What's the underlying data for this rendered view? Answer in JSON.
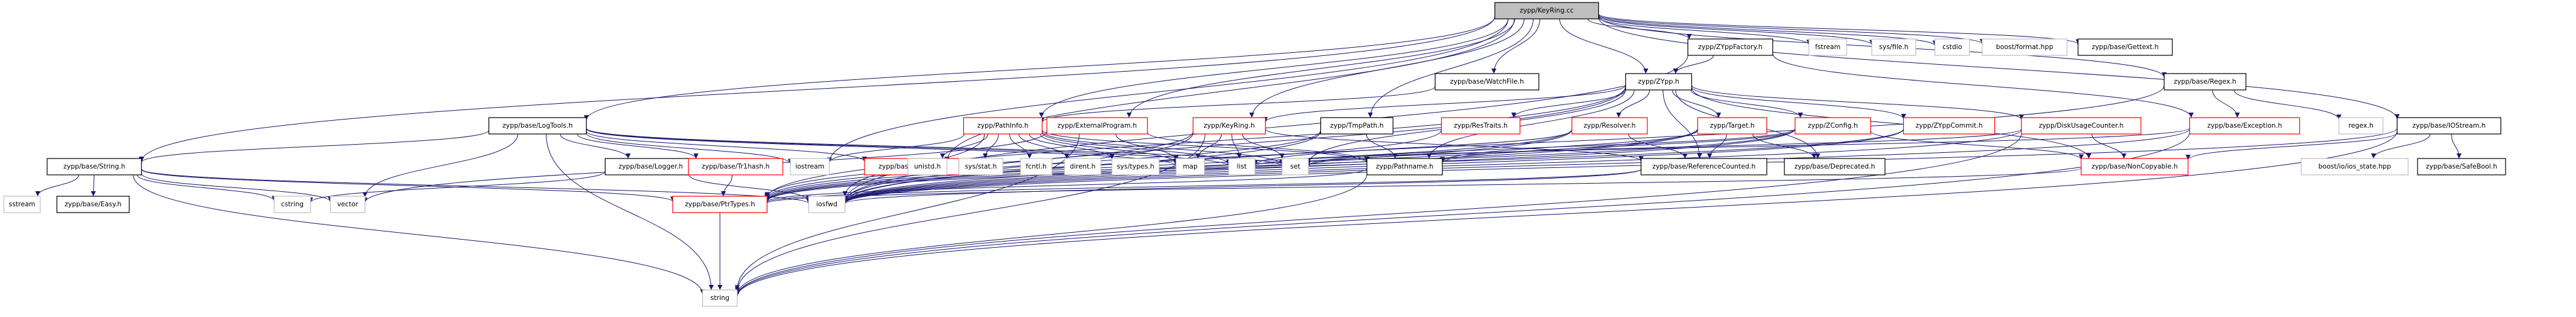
{
  "colors": {
    "edge": "#191970",
    "root_fill": "#bfbfbf",
    "root_stroke": "#000000",
    "linked_stroke": "#000000",
    "truncated_stroke": "#ff0000",
    "external_stroke": "#bfbfbf",
    "text": "#000000"
  },
  "nodes": [
    {
      "id": "root",
      "label": "zypp/KeyRing.cc",
      "style": "root"
    },
    {
      "id": "zyppfactory",
      "label": "zypp/ZYppFactory.h",
      "style": "linked"
    },
    {
      "id": "fstream",
      "label": "fstream",
      "style": "external"
    },
    {
      "id": "sysfile",
      "label": "sys/file.h",
      "style": "external"
    },
    {
      "id": "cstdio",
      "label": "cstdio",
      "style": "external"
    },
    {
      "id": "boostformat",
      "label": "boost/format.hpp",
      "style": "external"
    },
    {
      "id": "gettext",
      "label": "zypp/base/Gettext.h",
      "style": "linked"
    },
    {
      "id": "watchfile",
      "label": "zypp/base/WatchFile.h",
      "style": "linked"
    },
    {
      "id": "zypp",
      "label": "zypp/ZYpp.h",
      "style": "linked"
    },
    {
      "id": "regexh",
      "label": "zypp/base/Regex.h",
      "style": "linked"
    },
    {
      "id": "logtools",
      "label": "zypp/base/LogTools.h",
      "style": "linked"
    },
    {
      "id": "iostreamh",
      "label": "zypp/base/IOStream.h",
      "style": "linked"
    },
    {
      "id": "pathinfo",
      "label": "zypp/PathInfo.h",
      "style": "truncated"
    },
    {
      "id": "extprog",
      "label": "zypp/ExternalProgram.h",
      "style": "truncated"
    },
    {
      "id": "keyringh",
      "label": "zypp/KeyRing.h",
      "style": "truncated"
    },
    {
      "id": "tmppath",
      "label": "zypp/TmpPath.h",
      "style": "linked"
    },
    {
      "id": "restraits",
      "label": "zypp/ResTraits.h",
      "style": "truncated"
    },
    {
      "id": "resolver",
      "label": "zypp/Resolver.h",
      "style": "truncated"
    },
    {
      "id": "target",
      "label": "zypp/Target.h",
      "style": "truncated"
    },
    {
      "id": "zconfig",
      "label": "zypp/ZConfig.h",
      "style": "truncated"
    },
    {
      "id": "zyppcommit",
      "label": "zypp/ZYppCommit.h",
      "style": "truncated"
    },
    {
      "id": "diskusage",
      "label": "zypp/DiskUsageCounter.h",
      "style": "truncated"
    },
    {
      "id": "exception",
      "label": "zypp/base/Exception.h",
      "style": "truncated"
    },
    {
      "id": "regex_h",
      "label": "regex.h",
      "style": "external"
    },
    {
      "id": "string",
      "label": "zypp/base/String.h",
      "style": "linked"
    },
    {
      "id": "iostream",
      "label": "iostream",
      "style": "external"
    },
    {
      "id": "iterator",
      "label": "zypp/base/Iterator.h",
      "style": "truncated"
    },
    {
      "id": "logger",
      "label": "zypp/base/Logger.h",
      "style": "linked"
    },
    {
      "id": "trihash",
      "label": "zypp/base/Tr1hash.h",
      "style": "truncated"
    },
    {
      "id": "unistd",
      "label": "unistd.h",
      "style": "external"
    },
    {
      "id": "sysstat",
      "label": "sys/stat.h",
      "style": "external"
    },
    {
      "id": "fcntl",
      "label": "fcntl.h",
      "style": "external"
    },
    {
      "id": "dirent",
      "label": "dirent.h",
      "style": "external"
    },
    {
      "id": "systypes",
      "label": "sys/types.h",
      "style": "external"
    },
    {
      "id": "map",
      "label": "map",
      "style": "external"
    },
    {
      "id": "list",
      "label": "list",
      "style": "external"
    },
    {
      "id": "set",
      "label": "set",
      "style": "external"
    },
    {
      "id": "pathname",
      "label": "zypp/Pathname.h",
      "style": "linked"
    },
    {
      "id": "refcounted",
      "label": "zypp/base/ReferenceCounted.h",
      "style": "linked"
    },
    {
      "id": "deprecated",
      "label": "zypp/base/Deprecated.h",
      "style": "linked"
    },
    {
      "id": "noncopyable",
      "label": "zypp/base/NonCopyable.h",
      "style": "truncated"
    },
    {
      "id": "iosstate",
      "label": "boost/io/ios_state.hpp",
      "style": "external"
    },
    {
      "id": "safebool",
      "label": "zypp/base/SafeBool.h",
      "style": "linked"
    },
    {
      "id": "sstream",
      "label": "sstream",
      "style": "external"
    },
    {
      "id": "easy",
      "label": "zypp/base/Easy.h",
      "style": "linked"
    },
    {
      "id": "cstring",
      "label": "cstring",
      "style": "external"
    },
    {
      "id": "vector",
      "label": "vector",
      "style": "external"
    },
    {
      "id": "ptrtypes",
      "label": "zypp/base/PtrTypes.h",
      "style": "truncated"
    },
    {
      "id": "iosfwd",
      "label": "iosfwd",
      "style": "external"
    },
    {
      "id": "stringh",
      "label": "string",
      "style": "external"
    }
  ],
  "edges": [
    [
      "root",
      "zyppfactory"
    ],
    [
      "root",
      "fstream"
    ],
    [
      "root",
      "sysfile"
    ],
    [
      "root",
      "cstdio"
    ],
    [
      "root",
      "boostformat"
    ],
    [
      "root",
      "gettext"
    ],
    [
      "root",
      "watchfile"
    ],
    [
      "root",
      "zypp"
    ],
    [
      "root",
      "regexh"
    ],
    [
      "root",
      "logtools"
    ],
    [
      "root",
      "iostreamh"
    ],
    [
      "root",
      "pathinfo"
    ],
    [
      "root",
      "extprog"
    ],
    [
      "root",
      "keyringh"
    ],
    [
      "root",
      "tmppath"
    ],
    [
      "root",
      "string"
    ],
    [
      "root",
      "iostream"
    ],
    [
      "root",
      "unistd"
    ],
    [
      "zyppfactory",
      "zypp"
    ],
    [
      "zyppfactory",
      "iosfwd"
    ],
    [
      "zyppfactory",
      "exception"
    ],
    [
      "watchfile",
      "pathinfo"
    ],
    [
      "zypp",
      "restraits"
    ],
    [
      "zypp",
      "resolver"
    ],
    [
      "zypp",
      "target"
    ],
    [
      "zypp",
      "zconfig"
    ],
    [
      "zypp",
      "zyppcommit"
    ],
    [
      "zypp",
      "diskusage"
    ],
    [
      "zypp",
      "keyringh"
    ],
    [
      "zypp",
      "pathname"
    ],
    [
      "zypp",
      "refcounted"
    ],
    [
      "zypp",
      "deprecated"
    ],
    [
      "zypp",
      "noncopyable"
    ],
    [
      "zypp",
      "ptrtypes"
    ],
    [
      "zypp",
      "iosfwd"
    ],
    [
      "zypp",
      "set"
    ],
    [
      "regexh",
      "exception"
    ],
    [
      "regexh",
      "regex_h"
    ],
    [
      "regexh",
      "iosfwd"
    ],
    [
      "logtools",
      "iostream"
    ],
    [
      "logtools",
      "iterator"
    ],
    [
      "logtools",
      "logger"
    ],
    [
      "logtools",
      "trihash"
    ],
    [
      "logtools",
      "map"
    ],
    [
      "logtools",
      "list"
    ],
    [
      "logtools",
      "set"
    ],
    [
      "logtools",
      "vector"
    ],
    [
      "logtools",
      "string"
    ],
    [
      "logtools",
      "stringh"
    ],
    [
      "iostreamh",
      "iosstate"
    ],
    [
      "iostreamh",
      "safebool"
    ],
    [
      "iostreamh",
      "noncopyable"
    ],
    [
      "iostreamh",
      "iosfwd"
    ],
    [
      "iostreamh",
      "stringh"
    ],
    [
      "pathinfo",
      "unistd"
    ],
    [
      "pathinfo",
      "sysstat"
    ],
    [
      "pathinfo",
      "fcntl"
    ],
    [
      "pathinfo",
      "dirent"
    ],
    [
      "pathinfo",
      "systypes"
    ],
    [
      "pathinfo",
      "map"
    ],
    [
      "pathinfo",
      "list"
    ],
    [
      "pathinfo",
      "set"
    ],
    [
      "pathinfo",
      "pathname"
    ],
    [
      "pathinfo",
      "iosfwd"
    ],
    [
      "pathinfo",
      "iostream"
    ],
    [
      "extprog",
      "map"
    ],
    [
      "extprog",
      "pathname"
    ],
    [
      "extprog",
      "stringh"
    ],
    [
      "extprog",
      "vector"
    ],
    [
      "keyringh",
      "map"
    ],
    [
      "keyringh",
      "list"
    ],
    [
      "keyringh",
      "set"
    ],
    [
      "keyringh",
      "refcounted"
    ],
    [
      "keyringh",
      "ptrtypes"
    ],
    [
      "keyringh",
      "iosfwd"
    ],
    [
      "keyringh",
      "stringh"
    ],
    [
      "tmppath",
      "pathname"
    ],
    [
      "tmppath",
      "ptrtypes"
    ],
    [
      "tmppath",
      "iosfwd"
    ],
    [
      "restraits",
      "ptrtypes"
    ],
    [
      "resolver",
      "refcounted"
    ],
    [
      "resolver",
      "ptrtypes"
    ],
    [
      "resolver",
      "list"
    ],
    [
      "resolver",
      "iosfwd"
    ],
    [
      "target",
      "refcounted"
    ],
    [
      "target",
      "ptrtypes"
    ],
    [
      "target",
      "deprecated"
    ],
    [
      "target",
      "iosfwd"
    ],
    [
      "target",
      "pathname"
    ],
    [
      "zconfig",
      "noncopyable"
    ],
    [
      "zconfig",
      "ptrtypes"
    ],
    [
      "zconfig",
      "iosfwd"
    ],
    [
      "zconfig",
      "set"
    ],
    [
      "zconfig",
      "pathname"
    ],
    [
      "zyppcommit",
      "iosfwd"
    ],
    [
      "zyppcommit",
      "ptrtypes"
    ],
    [
      "diskusage",
      "noncopyable"
    ],
    [
      "diskusage",
      "iosfwd"
    ],
    [
      "diskusage",
      "set"
    ],
    [
      "diskusage",
      "stringh"
    ],
    [
      "exception",
      "iosfwd"
    ],
    [
      "exception",
      "stringh"
    ],
    [
      "exception",
      "list"
    ],
    [
      "string",
      "sstream"
    ],
    [
      "string",
      "easy"
    ],
    [
      "string",
      "cstring"
    ],
    [
      "string",
      "vector"
    ],
    [
      "string",
      "ptrtypes"
    ],
    [
      "string",
      "iosfwd"
    ],
    [
      "string",
      "stringh"
    ],
    [
      "logger",
      "cstring"
    ],
    [
      "logger",
      "iosfwd"
    ],
    [
      "trihash",
      "ptrtypes"
    ],
    [
      "pathname",
      "stringh"
    ],
    [
      "pathname",
      "ptrtypes"
    ],
    [
      "refcounted",
      "iosfwd"
    ],
    [
      "refcounted",
      "ptrtypes"
    ],
    [
      "noncopyable",
      "ptrtypes"
    ],
    [
      "ptrtypes",
      "stringh"
    ]
  ]
}
